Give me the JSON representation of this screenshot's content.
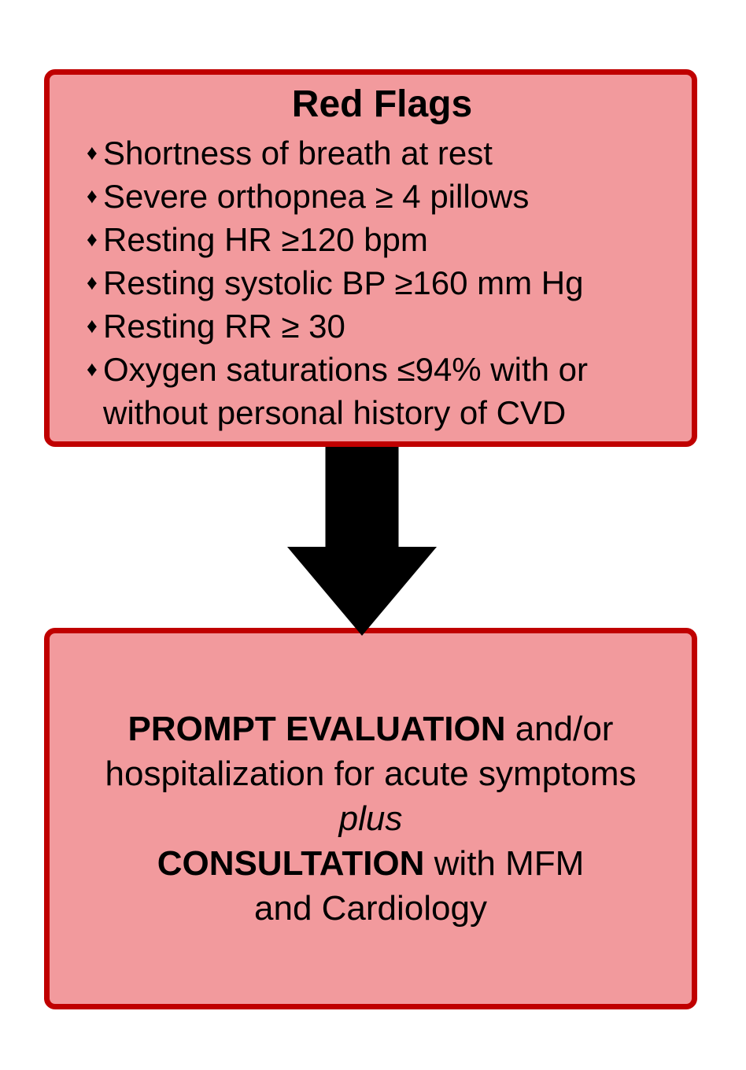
{
  "colors": {
    "box_fill": "#F29A9D",
    "box_border": "#C00000",
    "arrow": "#000000",
    "text": "#000000"
  },
  "top_box": {
    "title": "Red Flags",
    "bullet_char": "♦",
    "items": [
      {
        "lines": [
          "Shortness of breath at rest"
        ]
      },
      {
        "lines": [
          "Severe orthopnea ≥ 4 pillows"
        ]
      },
      {
        "lines": [
          "Resting HR ≥120 bpm"
        ]
      },
      {
        "lines": [
          "Resting systolic BP ≥160 mm Hg"
        ]
      },
      {
        "lines": [
          "Resting RR ≥ 30"
        ]
      },
      {
        "lines": [
          "Oxygen saturations ≤94% with or",
          "without personal history of CVD"
        ]
      }
    ]
  },
  "arrow": {
    "icon": "down-arrow"
  },
  "bottom_box": {
    "lines": [
      {
        "bold": "PROMPT EVALUATION",
        "rest": " and/or"
      },
      {
        "text": "hospitalization for acute symptoms"
      },
      {
        "italic": "plus"
      },
      {
        "bold": "CONSULTATION",
        "rest": " with MFM"
      },
      {
        "text": "and Cardiology"
      }
    ]
  }
}
